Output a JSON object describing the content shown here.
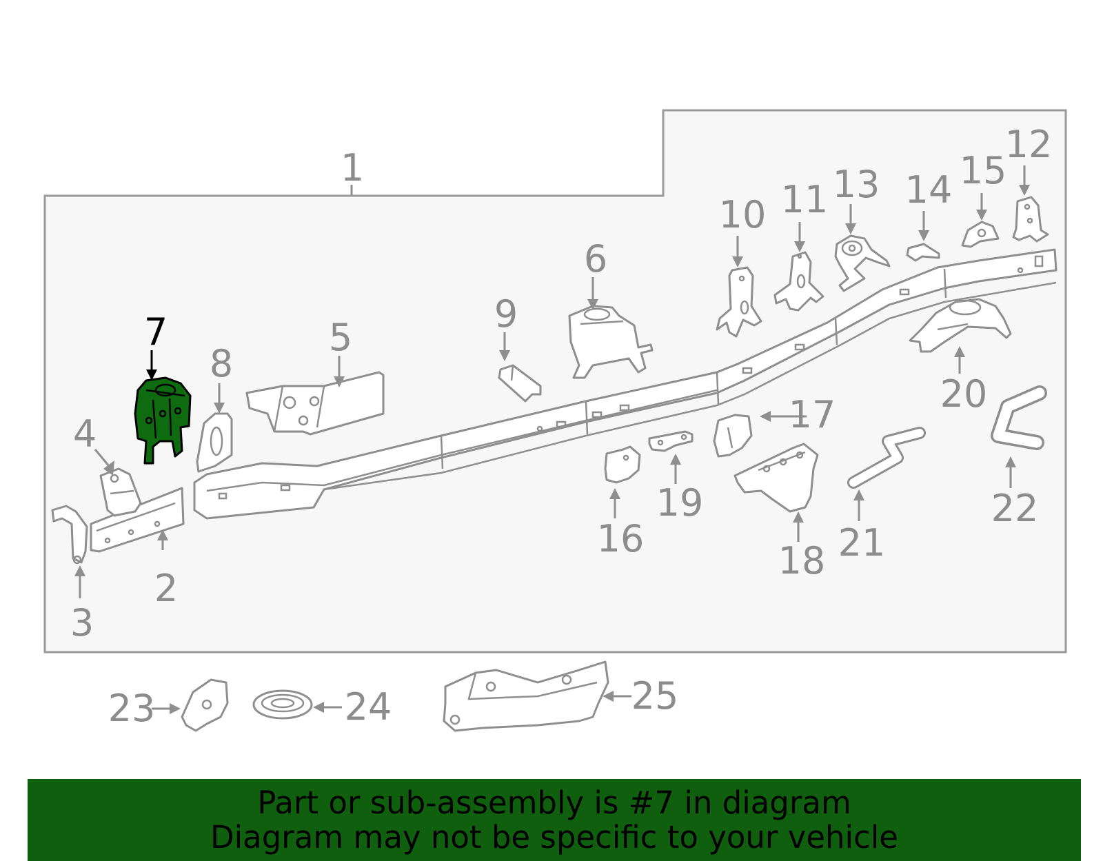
{
  "diagram": {
    "highlighted_part": "7",
    "colors": {
      "highlight": "#0f6b0f",
      "outline": "#8e8e8e",
      "frame_fill": "#f7f7f7",
      "banner": "#0f5f0f"
    },
    "callouts": [
      {
        "id": "c1",
        "label": "1"
      },
      {
        "id": "c2",
        "label": "2"
      },
      {
        "id": "c3",
        "label": "3"
      },
      {
        "id": "c4",
        "label": "4"
      },
      {
        "id": "c5",
        "label": "5"
      },
      {
        "id": "c6",
        "label": "6"
      },
      {
        "id": "c7",
        "label": "7"
      },
      {
        "id": "c8",
        "label": "8"
      },
      {
        "id": "c9",
        "label": "9"
      },
      {
        "id": "c10",
        "label": "10"
      },
      {
        "id": "c11",
        "label": "11"
      },
      {
        "id": "c12",
        "label": "12"
      },
      {
        "id": "c13",
        "label": "13"
      },
      {
        "id": "c14",
        "label": "14"
      },
      {
        "id": "c15",
        "label": "15"
      },
      {
        "id": "c16",
        "label": "16"
      },
      {
        "id": "c17",
        "label": "17"
      },
      {
        "id": "c18",
        "label": "18"
      },
      {
        "id": "c19",
        "label": "19"
      },
      {
        "id": "c20",
        "label": "20"
      },
      {
        "id": "c21",
        "label": "21"
      },
      {
        "id": "c22",
        "label": "22"
      },
      {
        "id": "c23",
        "label": "23"
      },
      {
        "id": "c24",
        "label": "24"
      },
      {
        "id": "c25",
        "label": "25"
      }
    ]
  },
  "banner": {
    "line1": "Part or sub-assembly is #7 in diagram",
    "line2": "Diagram may not be specific to your vehicle"
  }
}
